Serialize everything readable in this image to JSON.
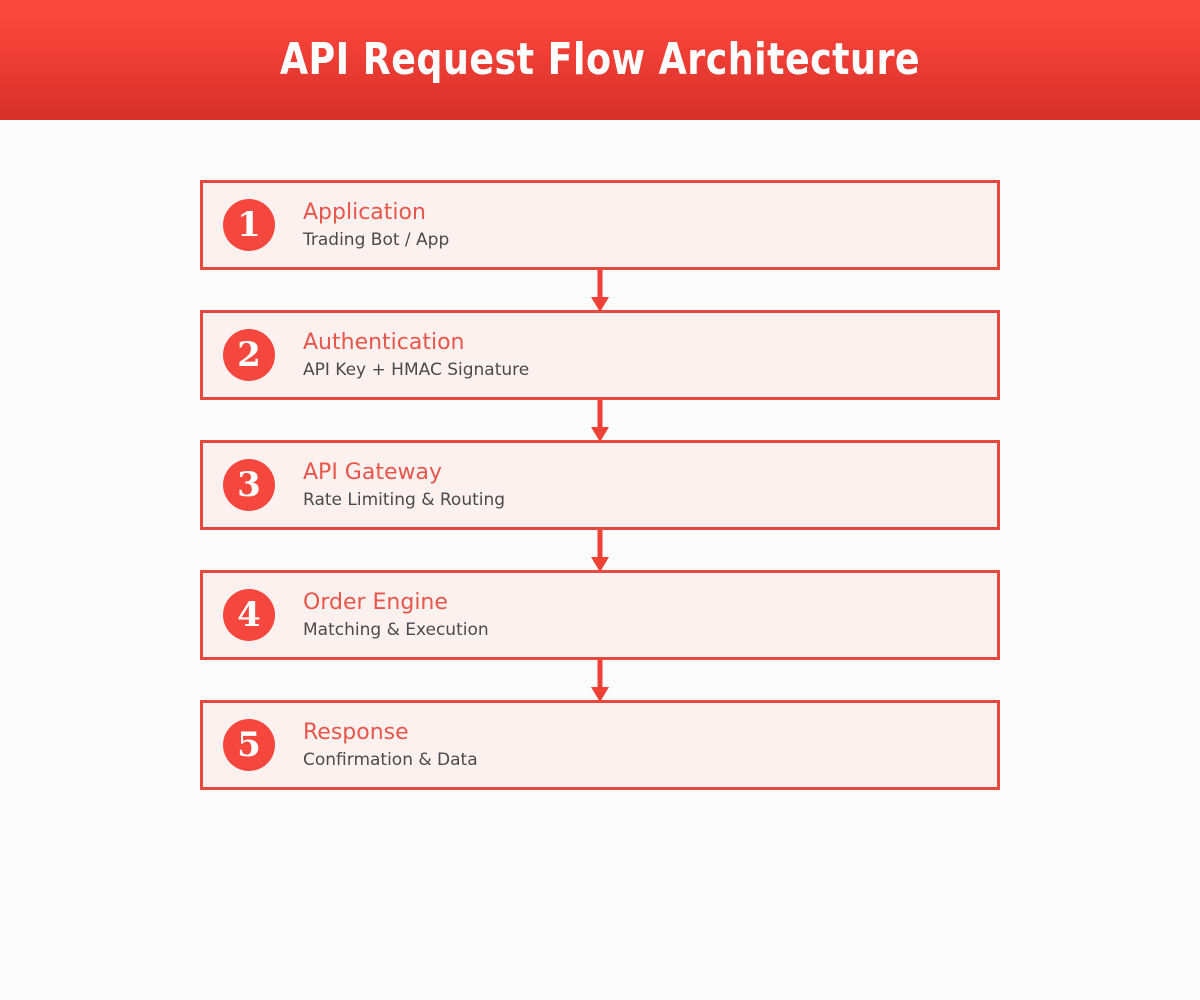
{
  "header": {
    "title": "API Request Flow Architecture"
  },
  "theme": {
    "header_gradient_top": "#fb4b40",
    "header_gradient_bottom": "#d53029",
    "box_border": "#e64a3f",
    "box_fill": "#fdf1f0",
    "badge_fill": "#f5473d",
    "badge_text": "#ffffff",
    "title_text": "#e8564a",
    "subtitle_text": "#4a4a4a",
    "arrow_color": "#ef4136",
    "page_background": "#fdfcfc"
  },
  "flow": {
    "steps": [
      {
        "number": "1",
        "title": "Application",
        "subtitle": "Trading Bot / App"
      },
      {
        "number": "2",
        "title": "Authentication",
        "subtitle": "API Key + HMAC Signature"
      },
      {
        "number": "3",
        "title": "API Gateway",
        "subtitle": "Rate Limiting & Routing"
      },
      {
        "number": "4",
        "title": "Order Engine",
        "subtitle": "Matching & Execution"
      },
      {
        "number": "5",
        "title": "Response",
        "subtitle": "Confirmation & Data"
      }
    ],
    "connectors": [
      {
        "name": "arrow-1-to-2"
      },
      {
        "name": "arrow-2-to-3"
      },
      {
        "name": "arrow-3-to-4"
      },
      {
        "name": "arrow-4-to-5"
      }
    ]
  }
}
